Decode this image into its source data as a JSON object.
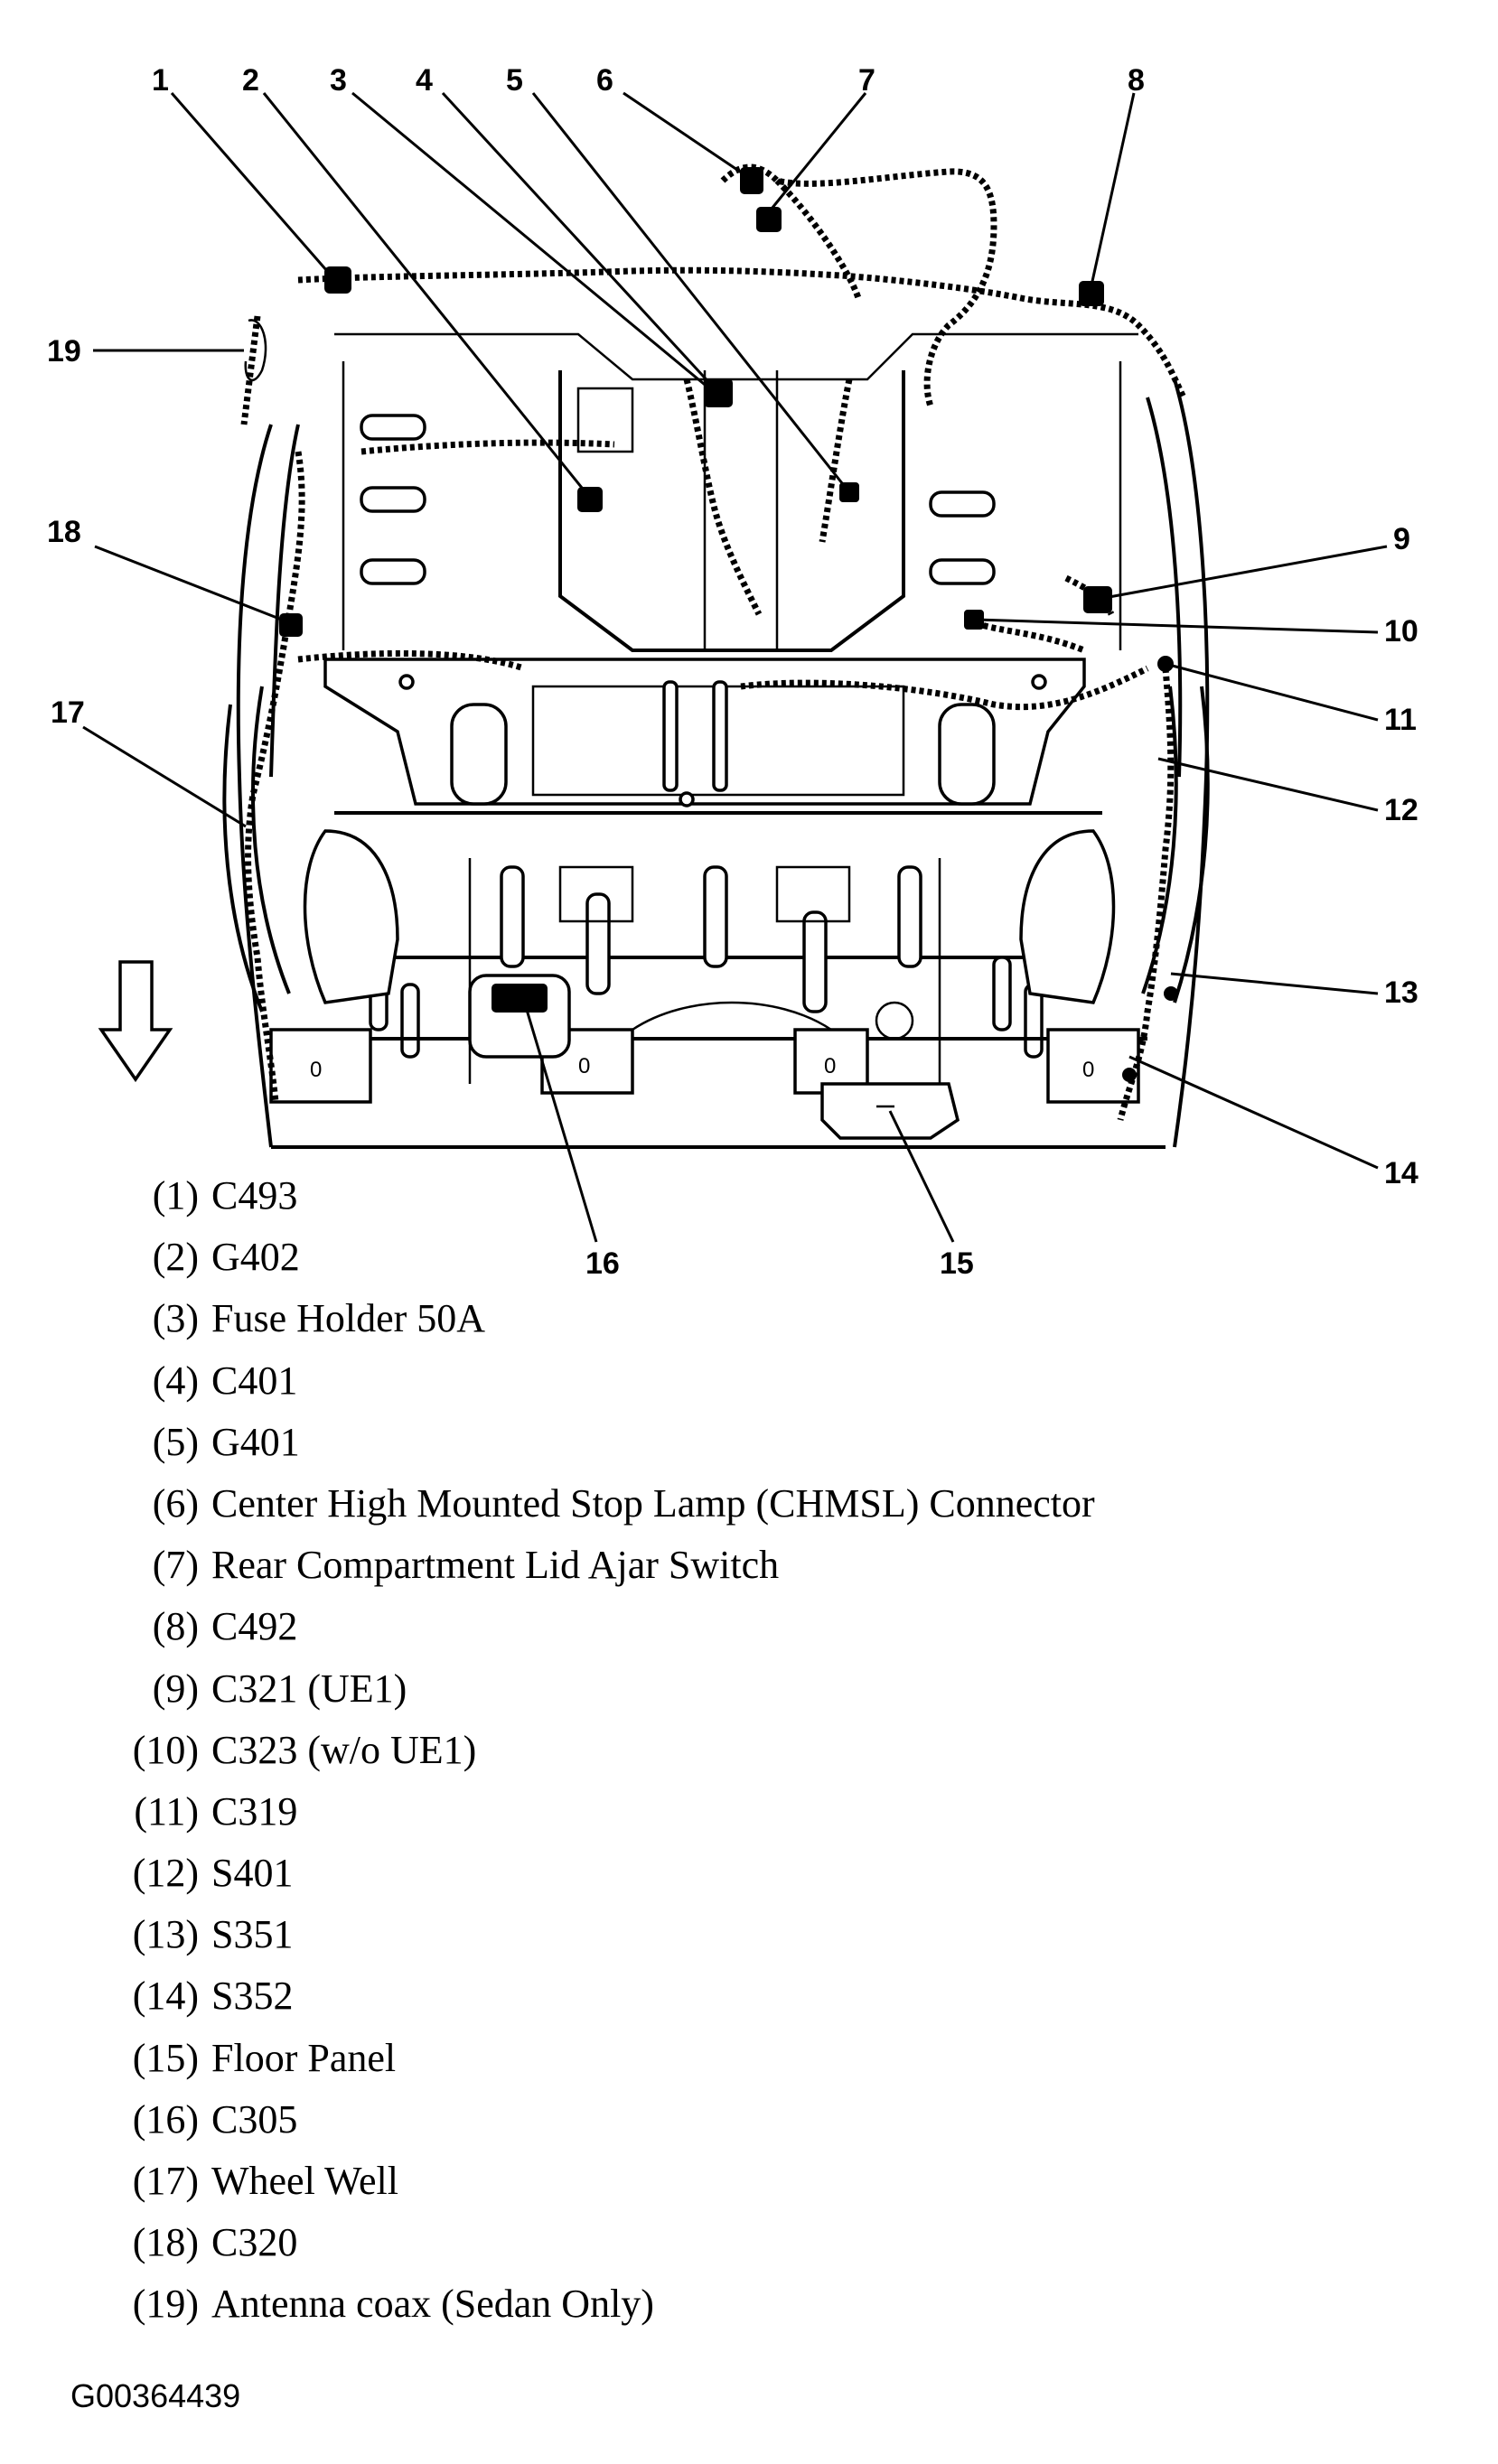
{
  "callouts": [
    "1",
    "2",
    "3",
    "4",
    "5",
    "6",
    "7",
    "8",
    "9",
    "10",
    "11",
    "12",
    "13",
    "14",
    "15",
    "16",
    "17",
    "18",
    "19"
  ],
  "legend": [
    {
      "num": "(1)",
      "label": "C493"
    },
    {
      "num": "(2)",
      "label": "G402"
    },
    {
      "num": "(3)",
      "label": "Fuse Holder 50A"
    },
    {
      "num": "(4)",
      "label": "C401"
    },
    {
      "num": "(5)",
      "label": "G401"
    },
    {
      "num": "(6)",
      "label": "Center High Mounted Stop Lamp (CHMSL) Connector"
    },
    {
      "num": "(7)",
      "label": "Rear Compartment Lid Ajar Switch"
    },
    {
      "num": "(8)",
      "label": "C492"
    },
    {
      "num": "(9)",
      "label": "C321 (UE1)"
    },
    {
      "num": "(10)",
      "label": "C323 (w/o UE1)"
    },
    {
      "num": "(11)",
      "label": "C319"
    },
    {
      "num": "(12)",
      "label": "S401"
    },
    {
      "num": "(13)",
      "label": "S351"
    },
    {
      "num": "(14)",
      "label": "S352"
    },
    {
      "num": "(15)",
      "label": "Floor Panel"
    },
    {
      "num": "(16)",
      "label": "C305"
    },
    {
      "num": "(17)",
      "label": "Wheel Well"
    },
    {
      "num": "(18)",
      "label": "C320"
    },
    {
      "num": "(19)",
      "label": "Antenna coax (Sedan Only)"
    }
  ],
  "figure_id": "G00364439",
  "icons": {
    "direction_arrow": "down-arrow-icon"
  }
}
